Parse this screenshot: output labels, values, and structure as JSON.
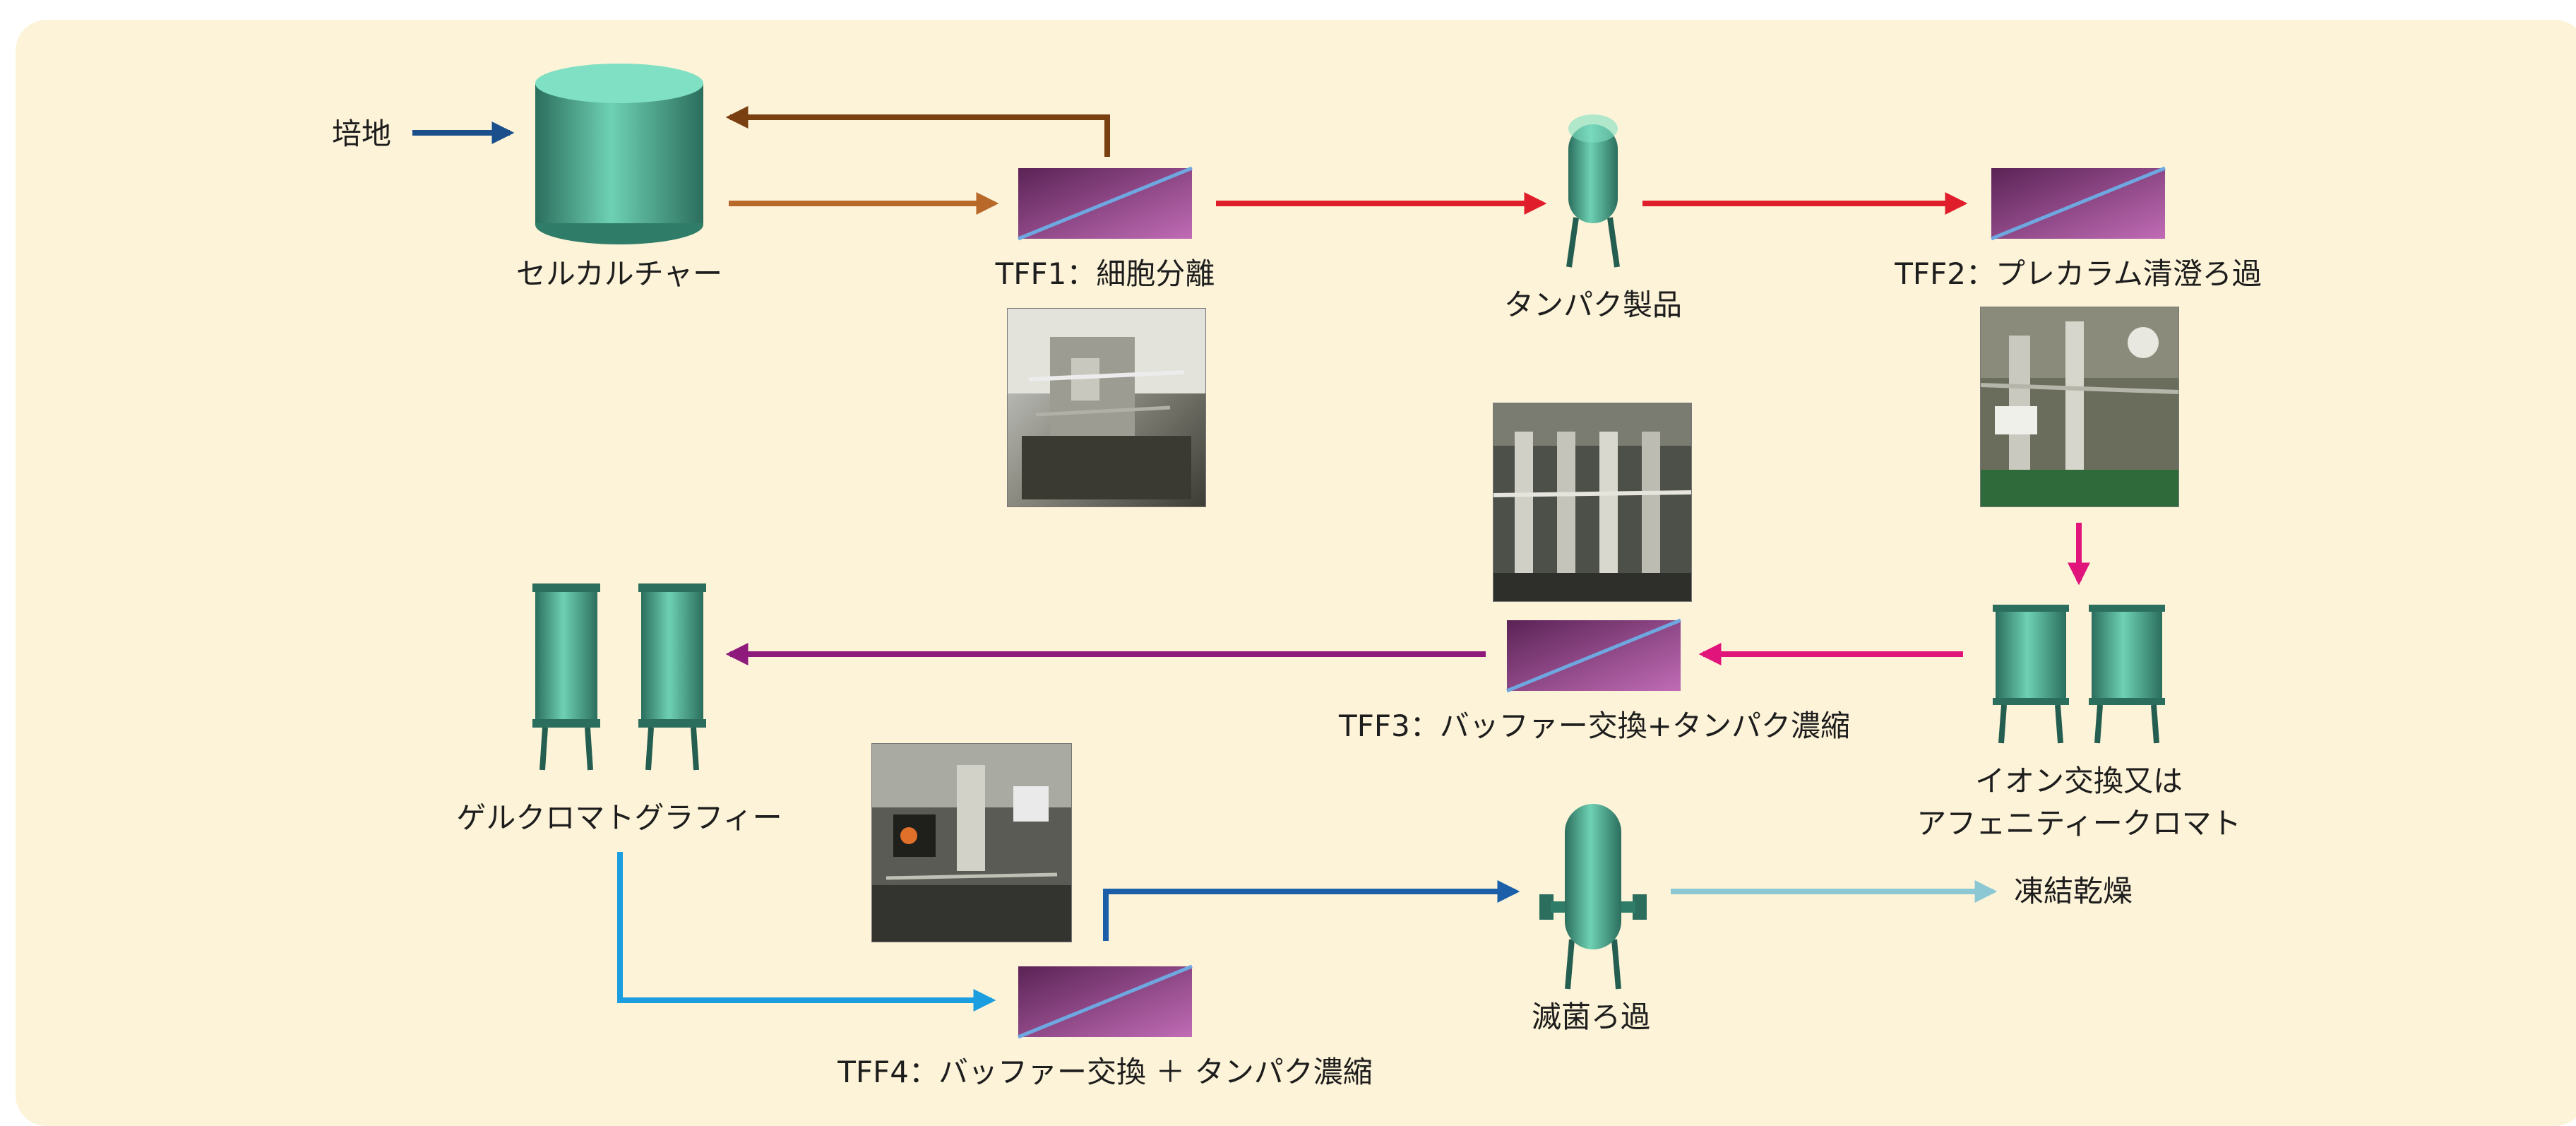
{
  "labels": {
    "medium": "培地",
    "cell_culture": "セルカルチャー",
    "tff1": "TFF1：細胞分離",
    "protein_product": "タンパク製品",
    "tff2": "TFF2：プレカラム清澄ろ過",
    "tff3": "TFF3：バッファー交換+タンパク濃縮",
    "ion_exchange_line1": "イオン交換又は",
    "ion_exchange_line2": "アフェニティークロマト",
    "gel_chromatography": "ゲルクロマトグラフィー",
    "sterile_filtration": "滅菌ろ過",
    "freeze_drying": "凍結乾燥",
    "tff4": "TFF4：バッファー交換 ＋ タンパク濃縮"
  },
  "colors": {
    "panel_background": "#fdf3d8",
    "vessel_green": "#3f9d84",
    "vessel_dark": "#2b6e5d",
    "filter_purple": "#7a2f73",
    "filter_diagonal": "#6fa8e0",
    "arrow_medium": "#1a4f8b",
    "arrow_recycle": "#7a3f10",
    "arrow_feed": "#b8692a",
    "arrow_red": "#e01e2b",
    "arrow_pink": "#e0147a",
    "arrow_purple": "#8e1a7c",
    "arrow_blue": "#1a9ee0",
    "arrow_darkblue": "#1a5fa8",
    "arrow_lightblue": "#8cc8d4"
  },
  "icons": [
    "bioreactor-tank-icon",
    "tff-filter-icon",
    "product-tank-icon",
    "chromatography-column-icon",
    "sterile-filter-housing-icon",
    "equipment-photo-icon"
  ]
}
